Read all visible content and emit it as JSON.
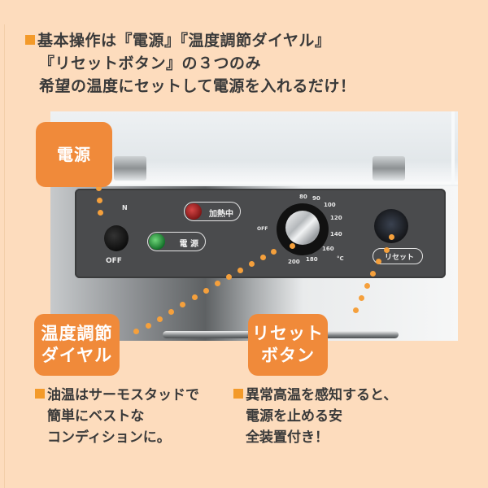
{
  "headline": {
    "bullet_color": "#f39a2a",
    "lines": [
      "基本操作は『電源』『温度調節ダイヤル』",
      "『リセットボタン』の３つのみ",
      "希望の温度にセットして電源を入れるだけ！"
    ]
  },
  "photo": {
    "panel": {
      "switch_on_label": "N",
      "switch_off_label": "OFF",
      "heating_lamp_label": "加熱中",
      "power_lamp_label": "電 源",
      "dial_off_label": "OFF",
      "dial_scale": [
        "80",
        "90",
        "100",
        "120",
        "140",
        "160",
        "180",
        "200"
      ],
      "dial_unit": "°C",
      "reset_label": "リセット"
    }
  },
  "callouts": {
    "color": "#f08a3a",
    "power": "電源",
    "dial_line1": "温度調節",
    "dial_line2": "ダイヤル",
    "reset_line1": "リセット",
    "reset_line2": "ボタン"
  },
  "descriptions": {
    "left": [
      "油温はサーモスタッドで",
      "簡単にベストな",
      "コンディションに。"
    ],
    "right": [
      "異常高温を感知すると、",
      "電源を止める安",
      "全装置付き！"
    ]
  }
}
